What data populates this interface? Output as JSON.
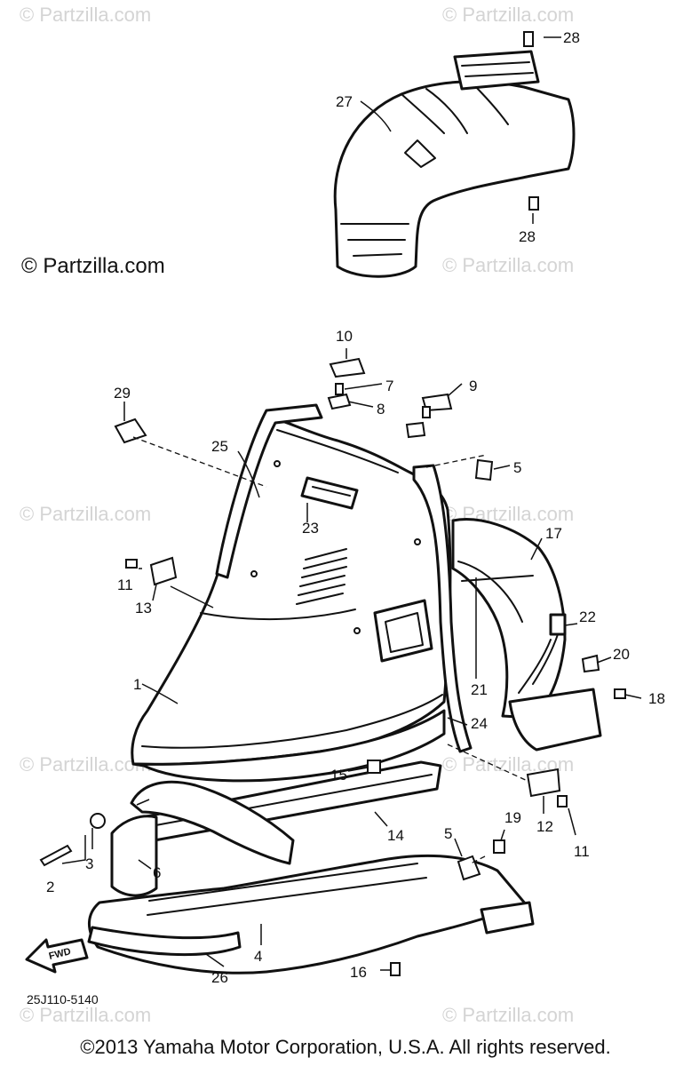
{
  "watermark": "© Partzilla.com",
  "copyright_main": "© Partzilla.com",
  "footer": "©2013 Yamaha Motor Corporation, U.S.A. All rights reserved.",
  "diagram_code": "25J110-5140",
  "fwd_label": "FWD",
  "callouts": [
    "1",
    "2",
    "3",
    "4",
    "5",
    "5",
    "6",
    "7",
    "8",
    "9",
    "10",
    "11",
    "11",
    "12",
    "13",
    "14",
    "15",
    "16",
    "17",
    "18",
    "19",
    "20",
    "21",
    "22",
    "23",
    "24",
    "25",
    "26",
    "27",
    "28",
    "28",
    "29"
  ]
}
